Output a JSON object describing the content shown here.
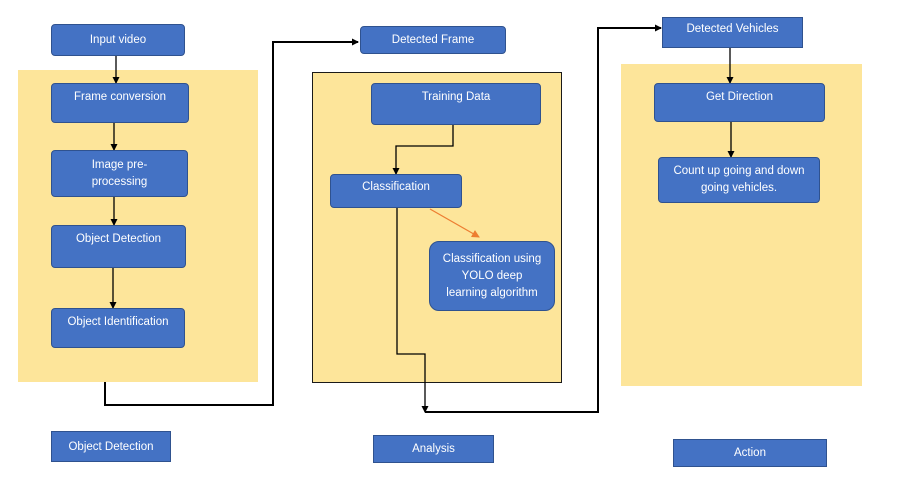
{
  "nodes": {
    "input_video": "Input video",
    "frame_conversion": "Frame conversion",
    "image_preprocessing": "Image pre-processing",
    "object_detection": "Object Detection",
    "object_identification": "Object Identification",
    "detected_frame": "Detected Frame",
    "training_data": "Training Data",
    "classification": "Classification",
    "classification_yolo": "Classification using YOLO deep learning algorithm",
    "detected_vehicles": "Detected Vehicles",
    "get_direction": "Get Direction",
    "count_vehicles": "Count up going and down going vehicles."
  },
  "captions": {
    "object_detection": "Object Detection",
    "analysis": "Analysis",
    "action": "Action"
  },
  "colors": {
    "node_fill": "#4472c4",
    "node_border": "#2f528f",
    "panel_fill": "#fde59a",
    "connector": "#000000",
    "accent_arrow": "#ed7d31"
  }
}
